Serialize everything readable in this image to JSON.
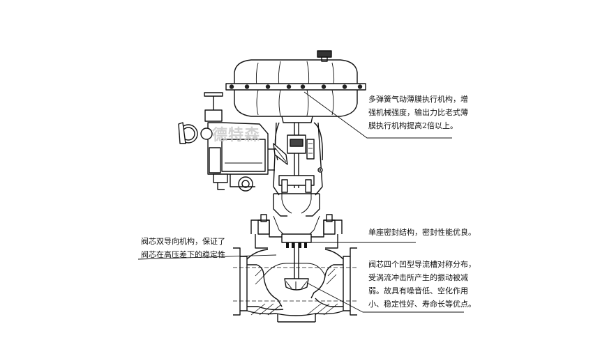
{
  "watermark": "德特森",
  "annotations": {
    "actuator": {
      "lines": [
        "多弹簧气动薄膜执行机构，增",
        "强机械强度，输出力比老式薄",
        "膜执行机构提高2倍以上。"
      ]
    },
    "seat_seal": {
      "lines": [
        "单座密封结构，密封性能优良。"
      ]
    },
    "plug_guide": {
      "lines": [
        "阀芯双导向机构，保证了",
        "阀芯在高压差下的稳定性"
      ]
    },
    "plug_grooves": {
      "lines": [
        "阀芯四个凹型导流槽对称分布，",
        "受涡流冲击所产生的振动被减",
        "弱。故具有噪音低、空化作用",
        "小、稳定性好、寿命长等优点。"
      ]
    }
  }
}
